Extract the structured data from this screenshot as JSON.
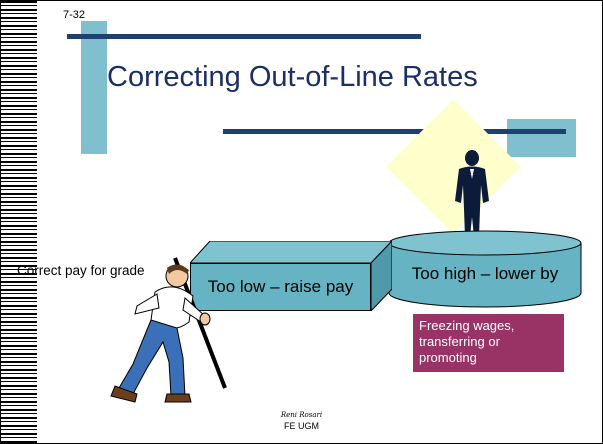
{
  "slide": {
    "number": "7-32",
    "title": "Correcting Out-of-Line Rates",
    "left_label": "Correct pay for grade",
    "box_low": "Too low – raise pay",
    "box_high": "Too high – lower by",
    "freeze_text": "Freezing wages, transferring or promoting",
    "footer_signature": "Reni Rosari",
    "footer_org": "FE UGM"
  },
  "icons": {
    "standing_man": "standing-man-icon",
    "pushing_man": "pushing-man-icon"
  },
  "colors": {
    "title": "#1a2f66",
    "teal": "#66b3c3",
    "light_teal": "#7fbfce",
    "accent_bar": "#1f3f6e",
    "freeze_box": "#993366",
    "diamond": "#ffffcc"
  }
}
